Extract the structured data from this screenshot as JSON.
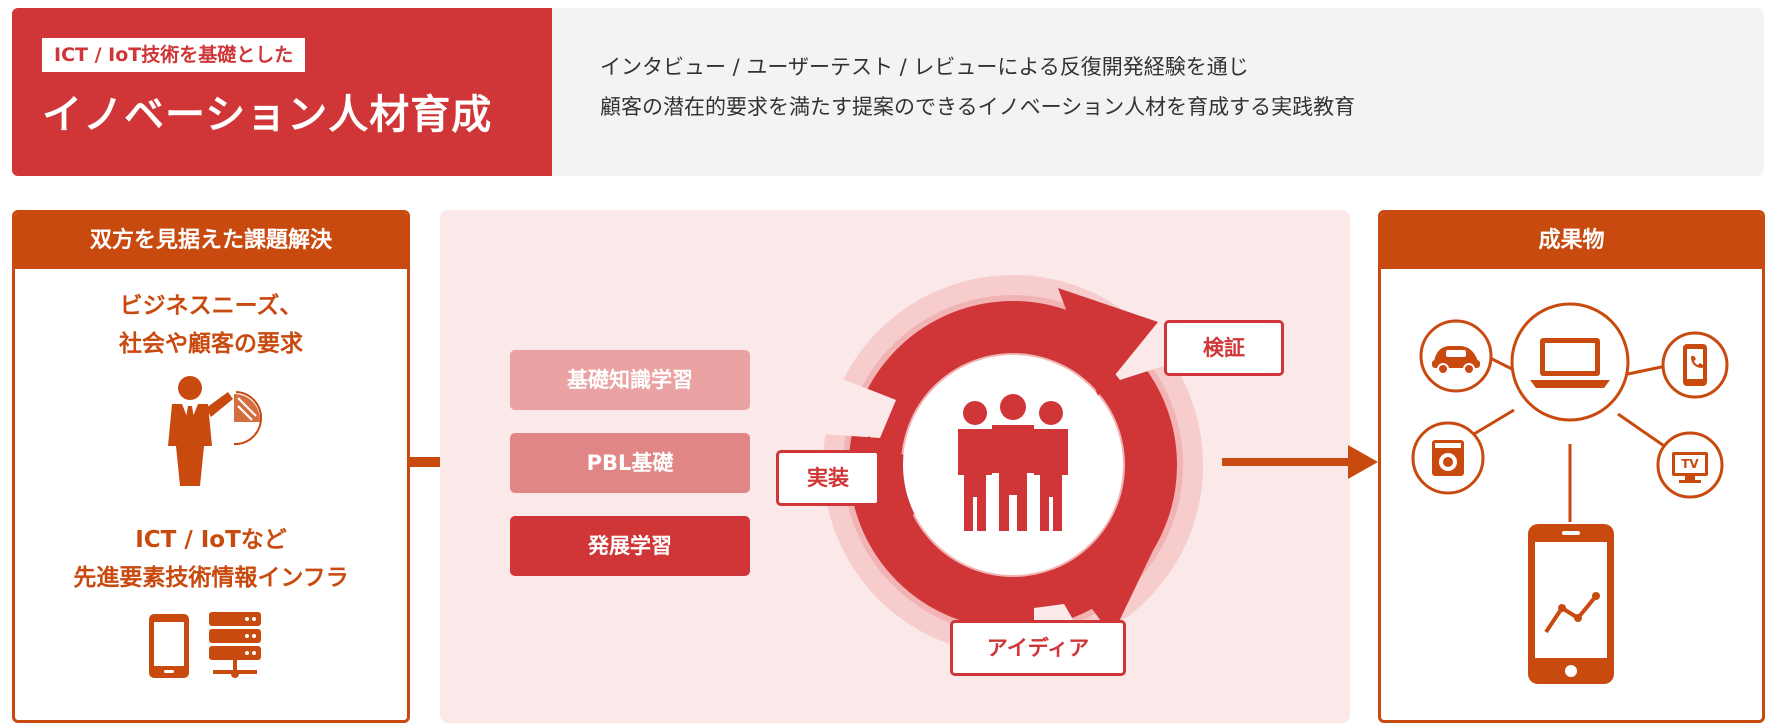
{
  "header": {
    "tag": "ICT / IoT技術を基礎とした",
    "title": "イノベーション人材育成",
    "description": [
      "インタビュー / ユーザーテスト / レビューによる反復開発経験を通じ",
      "顧客の潜在的要求を満たす提案のできるイノベーション人材を育成する実践教育"
    ]
  },
  "left_panel": {
    "title": "双方を見据えた課題解決",
    "needs": [
      "ビジネスニーズ、",
      "社会や顧客の要求"
    ],
    "tech": [
      "ICT / IoTなど",
      "先進要素技術情報インフラ"
    ]
  },
  "center": {
    "steps": [
      "基礎知識学習",
      "PBL基礎",
      "発展学習"
    ],
    "cycle": {
      "verify": "検証",
      "implement": "実装",
      "idea": "アイディア"
    }
  },
  "right_panel": {
    "title": "成果物",
    "devices": [
      "car-icon",
      "laptop-icon",
      "phone-icon",
      "washer-icon",
      "tv-icon",
      "smartphone-chart-icon"
    ],
    "tv_label": "TV"
  },
  "colors": {
    "red": "#d03637",
    "orange": "#c94a0f",
    "step_light": "#eaa2a2",
    "step_mid": "#e08686",
    "step_dark": "#d03637",
    "pink_bg": "#fbe8e8"
  }
}
